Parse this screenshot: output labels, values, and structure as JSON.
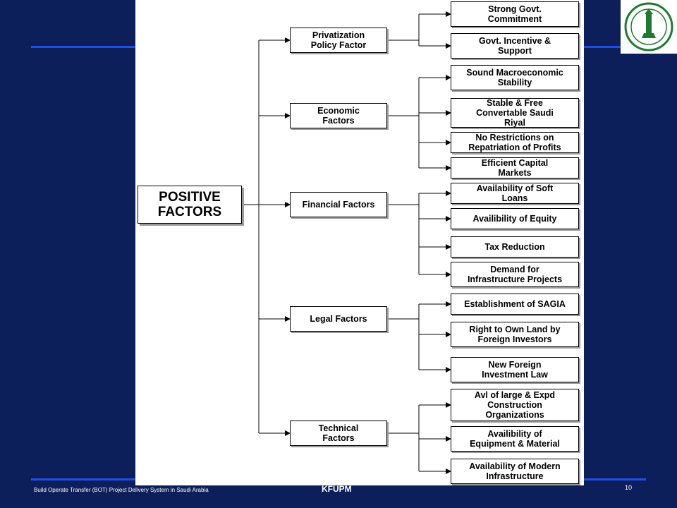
{
  "diagram": {
    "root": "POSITIVE\nFACTORS",
    "categories": [
      {
        "label": "Privatization\nPolicy Factor",
        "items": [
          "Strong Govt.\nCommitment",
          "Govt. Incentive &\nSupport"
        ]
      },
      {
        "label": "Economic\nFactors",
        "items": [
          "Sound Macroeconomic\nStability",
          "Stable & Free\nConvertable Saudi\nRiyal",
          "No Restrictions on\nRepatriation of Profits",
          "Efficient Capital\nMarkets"
        ]
      },
      {
        "label": "Financial Factors",
        "items": [
          "Availability of Soft\nLoans",
          "Availibility of Equity",
          "Tax Reduction",
          "Demand for\nInfrastructure Projects"
        ]
      },
      {
        "label": "Legal Factors",
        "items": [
          "Establishment of SAGIA",
          "Right to Own Land by\nForeign Investors",
          "New Foreign\nInvestment Law"
        ]
      },
      {
        "label": "Technical\nFactors",
        "items": [
          "Avl of large & Expd\nConstruction\nOrganizations",
          "Availibility of\nEquipment & Material",
          "Availability of Modern\nInfrastructure"
        ]
      }
    ]
  },
  "footer": {
    "presentation_title": "Build Operate Transfer (BOT) Project Delivery System in Saudi Arabia",
    "institution": "KFUPM",
    "page_number": "10"
  },
  "colors": {
    "background": "#0c1f5a",
    "accent_line": "#1f4fe6",
    "logo_green": "#1e7a2e"
  },
  "icons": {
    "logo": "university-emblem-icon"
  }
}
